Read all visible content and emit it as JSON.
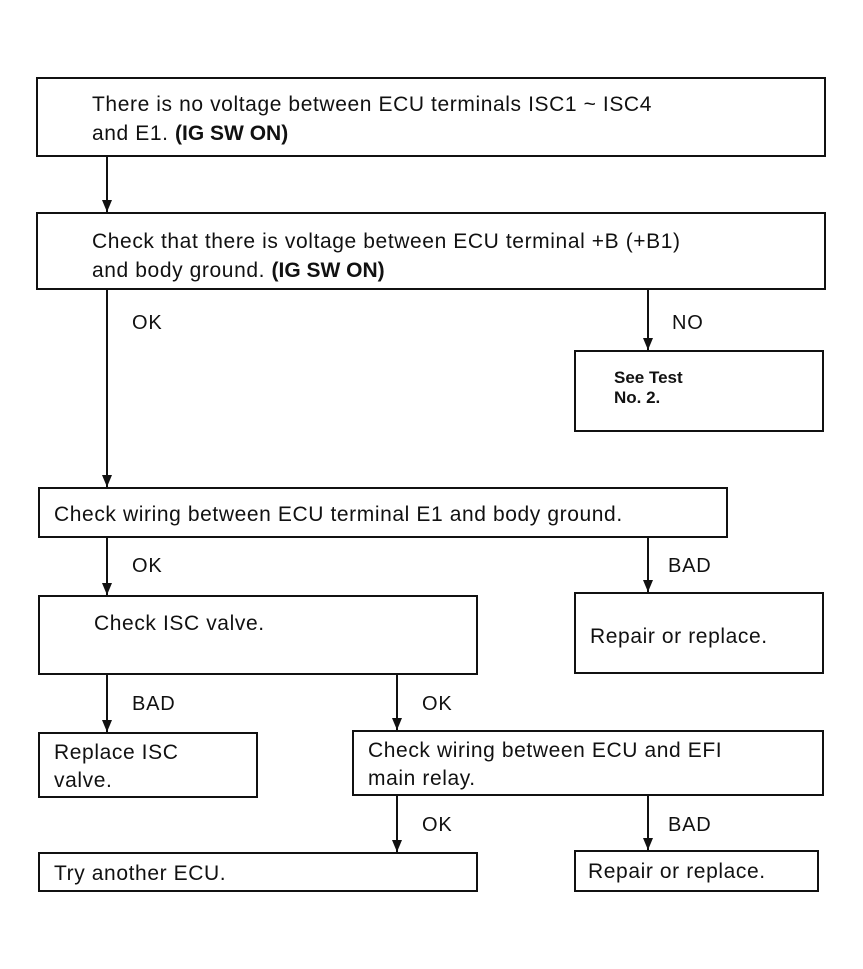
{
  "box1": {
    "line1": "There is no voltage between ECU terminals ISC1 ~ ISC4",
    "line2_plain": "and E1. ",
    "line2_bold": "(IG SW ON)"
  },
  "box2": {
    "line1": "Check that there is voltage between ECU terminal +B (+B1)",
    "line2_plain": "and body ground. ",
    "line2_bold": "(IG SW ON)"
  },
  "box_see_test": {
    "line1": "See Test",
    "line2": "No. 2."
  },
  "box_wiring_e1": {
    "text": "Check wiring between ECU terminal E1 and body ground."
  },
  "box_isc_valve": {
    "text": "Check ISC valve."
  },
  "box_repair_1": {
    "text": "Repair or replace."
  },
  "box_replace_isc": {
    "line1": "Replace ISC",
    "line2": "valve."
  },
  "box_wiring_efi": {
    "line1": "Check wiring between ECU and EFI",
    "line2": "main relay."
  },
  "box_try_ecu": {
    "text": "Try another ECU."
  },
  "box_repair_2": {
    "text": "Repair or replace."
  },
  "labels": {
    "ok_1": "OK",
    "no_1": "NO",
    "ok_2": "OK",
    "bad_1": "BAD",
    "bad_2": "BAD",
    "ok_3": "OK",
    "ok_4": "OK",
    "bad_3": "BAD"
  },
  "colors": {
    "line": "#111111",
    "background": "#ffffff"
  }
}
